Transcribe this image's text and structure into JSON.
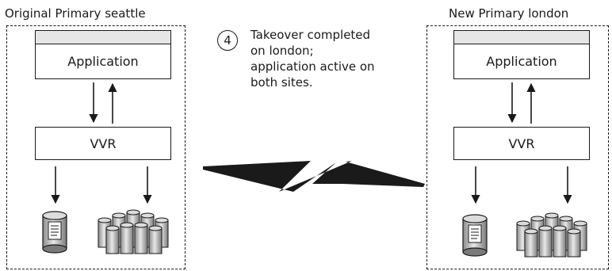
{
  "left_site": {
    "title": "Original Primary seattle",
    "application_label": "Application",
    "replicator_label": "VVR",
    "icons": [
      "data-volume-icon",
      "volume-group-icon"
    ]
  },
  "right_site": {
    "title": "New Primary london",
    "application_label": "Application",
    "replicator_label": "VVR",
    "icons": [
      "data-volume-icon",
      "volume-group-icon"
    ]
  },
  "step": {
    "number": "4",
    "description": "Takeover completed\non london;\napplication active on\nboth sites."
  },
  "link": {
    "icon": "network-link-icon"
  },
  "colors": {
    "line": "#1a1a1a",
    "fill_dark": "#1a1a1a",
    "disk_fill": "#c8c8c8",
    "strip": "#e6e6e6"
  }
}
